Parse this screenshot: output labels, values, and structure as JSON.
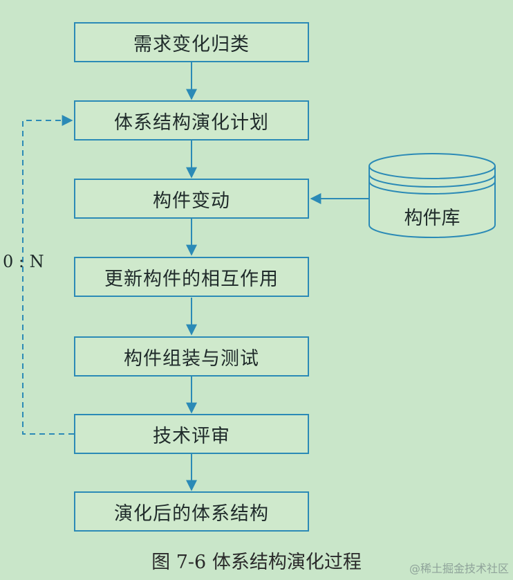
{
  "boxes": [
    "需求变化归类",
    "体系结构演化计划",
    "构件变动",
    "更新构件的相互作用",
    "构件组装与测试",
    "技术评审",
    "演化后的体系结构"
  ],
  "database": {
    "label": "构件库"
  },
  "loop_label": "0 : N",
  "caption": "图 7-6   体系结构演化过程",
  "watermark": "@稀土掘金技术社区",
  "colors": {
    "background": "#c9e6c9",
    "box_border": "#2b8ab6",
    "arrow": "#2b8ab6"
  }
}
